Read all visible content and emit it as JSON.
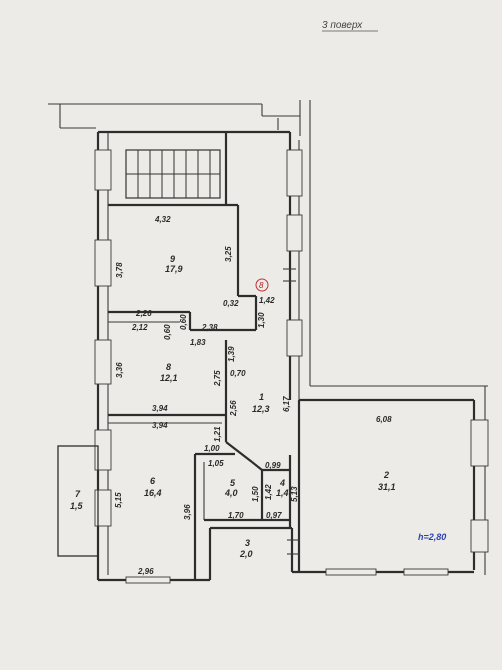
{
  "floor_label": "3 поверх",
  "height_note": "h=2,80",
  "rooms": [
    {
      "id": "9",
      "area": "17,9"
    },
    {
      "id": "8",
      "area": "12,1"
    },
    {
      "id": "1",
      "area": "12,3"
    },
    {
      "id": "6",
      "area": "16,4"
    },
    {
      "id": "5",
      "area": "4,0"
    },
    {
      "id": "4",
      "area": "1,4"
    },
    {
      "id": "3",
      "area": "2,0"
    },
    {
      "id": "2",
      "area": "31,1"
    },
    {
      "id": "7",
      "area": "1,5"
    }
  ],
  "marker": "8",
  "dimensions": {
    "d_4_32": "4,32",
    "d_3_78": "3,78",
    "d_3_25": "3,25",
    "d_0_32": "0,32",
    "d_1_42": "1,42",
    "d_1_30": "1,30",
    "d_2_26": "2,26",
    "d_2_12": "2,12",
    "d_0_60a": "0,60",
    "d_0_60b": "0,60",
    "d_2_38": "2,38",
    "d_1_83": "1,83",
    "d_1_39": "1,39",
    "d_3_36": "3,36",
    "d_2_75": "2,75",
    "d_0_70": "0,70",
    "d_6_17": "6,17",
    "d_3_94a": "3,94",
    "d_3_94b": "3,94",
    "d_2_56": "2,56",
    "d_1_21": "1,21",
    "d_6_08": "6,08",
    "d_1_00": "1,00",
    "d_1_05": "1,05",
    "d_0_99": "0,99",
    "d_5_13": "5,13",
    "d_1_50": "1,50",
    "d_1_42b": "1,42",
    "d_1_70": "1,70",
    "d_0_97": "0,97",
    "d_5_15": "5,15",
    "d_3_96": "3,96",
    "d_2_96": "2,96"
  }
}
